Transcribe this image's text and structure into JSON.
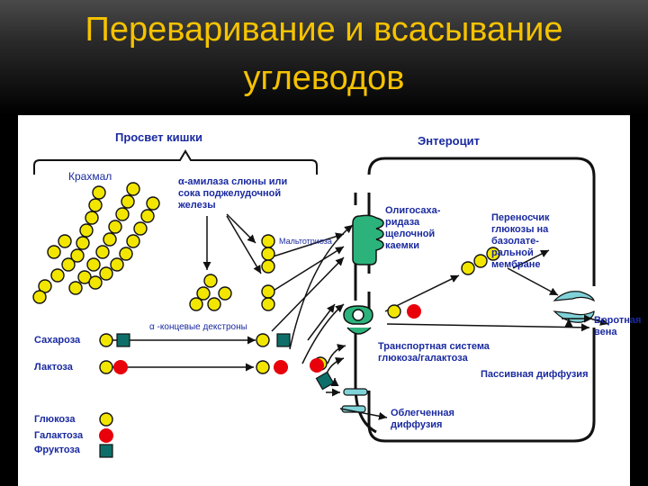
{
  "slide": {
    "title_line1": "Переваривание и всасывание",
    "title_line2": "углеводов"
  },
  "diagram": {
    "lumen": "Просвет кишки",
    "enterocyte": "Энтероцит",
    "starch": "Крахмал",
    "amylase": [
      "α-амилаза слюны или",
      "сока поджелудочной",
      "железы"
    ],
    "maltotriose": "Мальтотриоза",
    "dextrins": "α -концевые декстроны",
    "sucrose": "Сахароза",
    "lactose": "Лактоза",
    "oligosaccharidase": [
      "Олигосаха-",
      "ридаза",
      "щелочной",
      "каемки"
    ],
    "basolateral_carrier": [
      "Переносчик",
      "глюкозы на",
      "базолате-",
      "ральной",
      "мембране"
    ],
    "portal_vein": [
      "Воротная",
      "вена"
    ],
    "transport_system": [
      "Транспортная система",
      "глюкоза/галактоза"
    ],
    "passive_diffusion": "Пассивная диффузия",
    "facilitated_diffusion": [
      "Облегченная",
      "диффузия"
    ],
    "legend": [
      "Глюкоза",
      "Галактоза",
      "Фруктоза"
    ],
    "colors": {
      "glucose": "#f2e600",
      "galactose": "#e8000b",
      "fructose": "#0e6f6a",
      "carrier": "#2bb37b",
      "channel": "#7fd3d8",
      "label": "#1a2aa0"
    }
  }
}
